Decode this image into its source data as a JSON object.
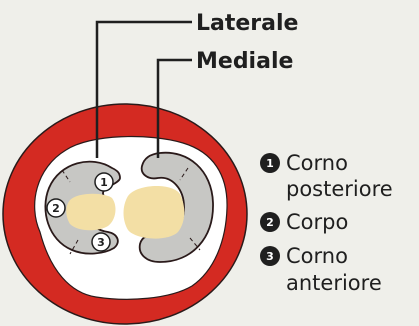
{
  "labels": {
    "lateral": "Laterale",
    "medial": "Mediale"
  },
  "legend": {
    "items": [
      {
        "marker": "1",
        "line1": "Corno",
        "line2": "posteriore"
      },
      {
        "marker": "2",
        "line1": "Corpo",
        "line2": ""
      },
      {
        "marker": "3",
        "line1": "Corno",
        "line2": "anteriore"
      }
    ]
  },
  "markers": [
    "1",
    "2",
    "3"
  ],
  "colors": {
    "background": "#efefea",
    "ring": "#d42a22",
    "joint_surface": "#ffffff",
    "meniscus": "#c7c7c4",
    "cartilage": "#f3dfa5",
    "outline": "#1f1f1f"
  }
}
